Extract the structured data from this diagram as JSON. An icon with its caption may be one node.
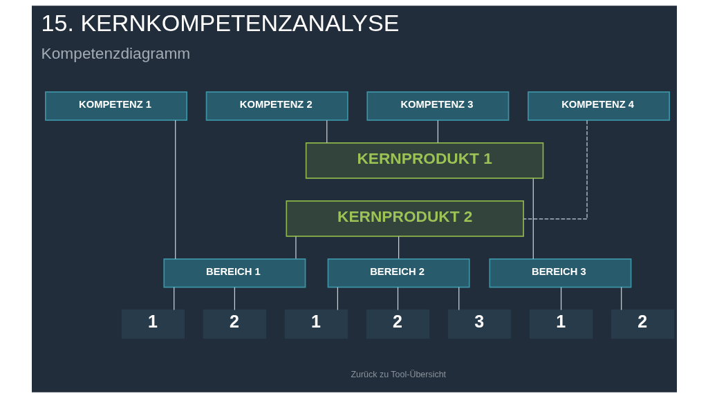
{
  "diagram": {
    "title": "15. KERNKOMPETENZANALYSE",
    "nodes": [
      {
        "text": [
          "KOMPETENZ 1"
        ]
      },
      {
        "text": [
          "KOMPETENZ 2"
        ]
      },
      {
        "text": [
          "KOMPETENZ 3"
        ]
      },
      {
        "text": [
          "KOMPETENZ 4"
        ]
      },
      {
        "text": [
          "KERNPRODUKT 1"
        ]
      },
      {
        "text": [
          "KERNPRODUKT 2"
        ]
      },
      {
        "text": [
          "BEREICH 1"
        ]
      },
      {
        "text": [
          "BEREICH 2"
        ]
      },
      {
        "text": [
          "BEREICH 3"
        ]
      },
      {
        "text": [
          "1"
        ]
      },
      {
        "text": [
          "2"
        ]
      },
      {
        "text": [
          "1"
        ]
      },
      {
        "text": [
          "2"
        ]
      },
      {
        "text": [
          "3"
        ]
      },
      {
        "text": [
          "1"
        ]
      },
      {
        "text": [
          "2"
        ]
      }
    ],
    "edges": [
      {
        "from": 1,
        "to": 4,
        "arrow": "none"
      },
      {
        "from": 2,
        "to": 4,
        "arrow": "none"
      },
      {
        "from": 3,
        "to": 5,
        "arrow": "none",
        "style": "dashed"
      },
      {
        "from": 0,
        "to": 6,
        "arrow": "none"
      },
      {
        "from": 5,
        "to": 6,
        "arrow": "none"
      },
      {
        "from": 5,
        "to": 7,
        "arrow": "none"
      },
      {
        "from": 4,
        "to": 8,
        "arrow": "none"
      },
      {
        "from": 6,
        "to": 9,
        "arrow": "none"
      },
      {
        "from": 6,
        "to": 10,
        "arrow": "none"
      },
      {
        "from": 7,
        "to": 11,
        "arrow": "none"
      },
      {
        "from": 7,
        "to": 12,
        "arrow": "none"
      },
      {
        "from": 7,
        "to": 13,
        "arrow": "none"
      },
      {
        "from": 8,
        "to": 14,
        "arrow": "none"
      },
      {
        "from": 8,
        "to": 15,
        "arrow": "none"
      }
    ],
    "labels": [
      "Kompetenzdiagramm",
      "Zurück zu Tool-Übersicht"
    ]
  }
}
